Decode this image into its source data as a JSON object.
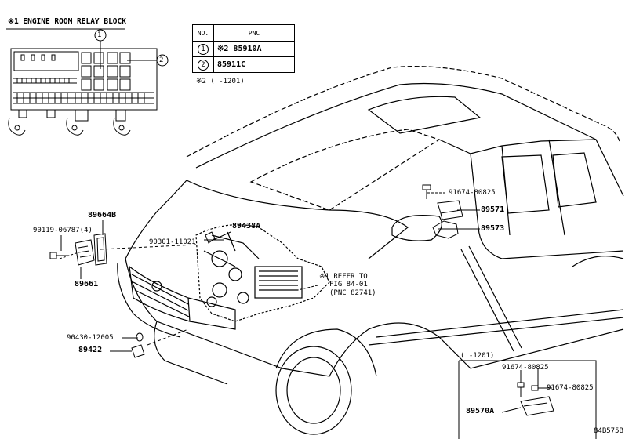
{
  "relay_block": {
    "title": "※1 ENGINE ROOM RELAY BLOCK",
    "callouts": [
      "1",
      "2"
    ]
  },
  "pnc_table": {
    "headers": {
      "no": "NO.",
      "pnc": "PNC"
    },
    "rows": [
      {
        "no": "1",
        "pnc": "※2 85910A"
      },
      {
        "no": "2",
        "pnc": "85911C"
      }
    ]
  },
  "footnote": "※2 (   -1201)",
  "labels": {
    "l_91674_80825_top": "91674-80825",
    "l_89571": "89571",
    "l_89573": "89573",
    "l_89664B": "89664B",
    "l_90119": "90119-06787(4)",
    "l_89438A": "89438A",
    "l_90301": "90301-11021",
    "l_89661": "89661",
    "l_refer1": "※1 REFER TO",
    "l_refer2": "FIG 84-01",
    "l_refer3": "(PNC 82741)",
    "l_90430": "90430-12005",
    "l_89422": "89422",
    "l_inset_range": "(    -1201)",
    "l_inset_91674_a": "91674-80825",
    "l_inset_91674_b": "91674-80825",
    "l_89570A": "89570A",
    "l_code": "84B575B"
  }
}
